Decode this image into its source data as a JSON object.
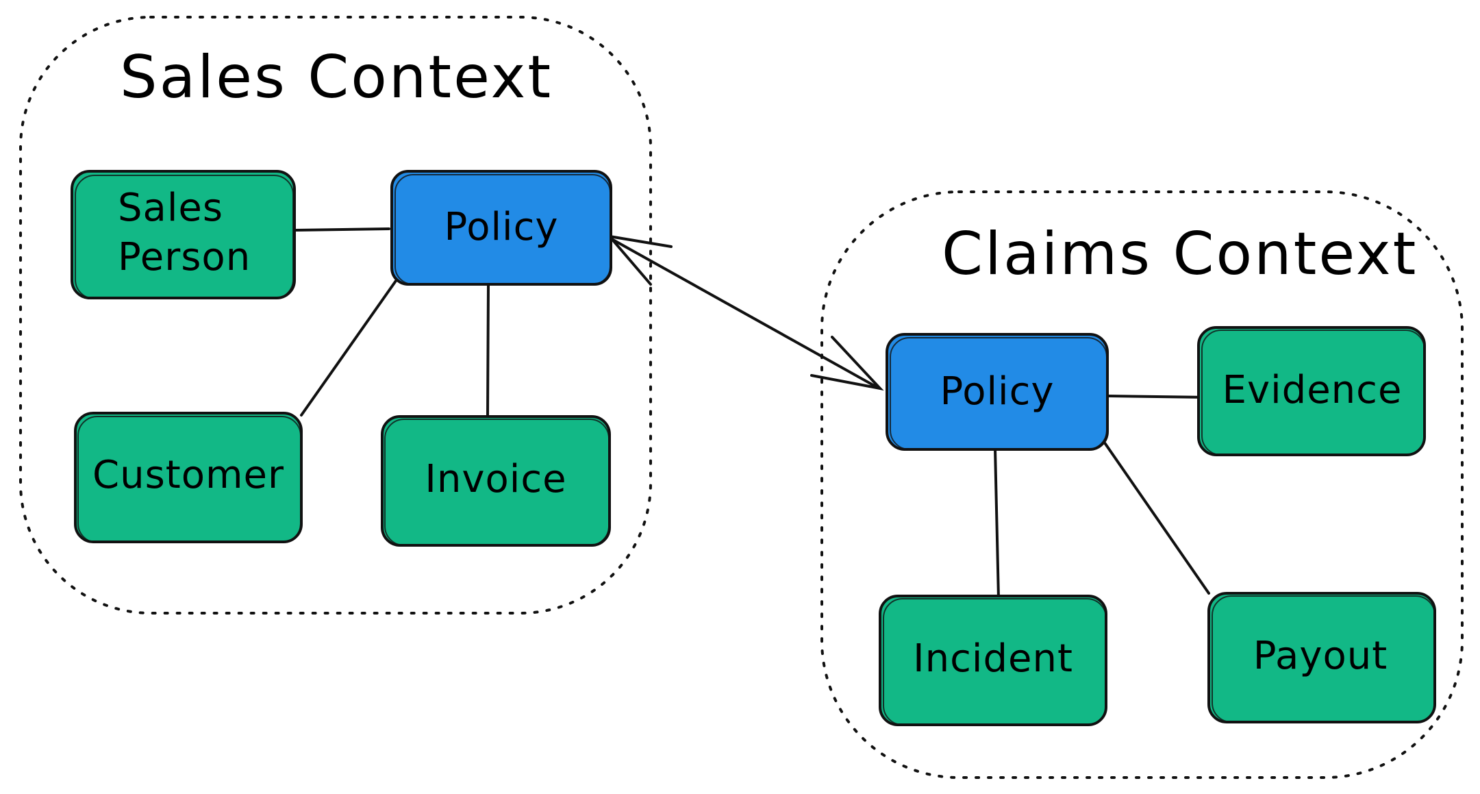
{
  "colors": {
    "entity": "#12b886",
    "aggregate_root": "#228be6",
    "stroke": "#111111"
  },
  "contexts": [
    {
      "id": "sales",
      "title": "Sales Context",
      "nodes": [
        {
          "id": "sales-person",
          "lines": [
            "Sales",
            "Person"
          ],
          "kind": "entity"
        },
        {
          "id": "sales-policy",
          "lines": [
            "Policy"
          ],
          "kind": "aggregate_root"
        },
        {
          "id": "customer",
          "lines": [
            "Customer"
          ],
          "kind": "entity"
        },
        {
          "id": "invoice",
          "lines": [
            "Invoice"
          ],
          "kind": "entity"
        }
      ]
    },
    {
      "id": "claims",
      "title": "Claims Context",
      "nodes": [
        {
          "id": "claims-policy",
          "lines": [
            "Policy"
          ],
          "kind": "aggregate_root"
        },
        {
          "id": "evidence",
          "lines": [
            "Evidence"
          ],
          "kind": "entity"
        },
        {
          "id": "incident",
          "lines": [
            "Incident"
          ],
          "kind": "entity"
        },
        {
          "id": "payout",
          "lines": [
            "Payout"
          ],
          "kind": "entity"
        }
      ]
    }
  ],
  "edges": [
    {
      "from": "sales-person",
      "to": "sales-policy",
      "style": "line"
    },
    {
      "from": "sales-policy",
      "to": "customer",
      "style": "line"
    },
    {
      "from": "sales-policy",
      "to": "invoice",
      "style": "line"
    },
    {
      "from": "sales-policy",
      "to": "claims-policy",
      "style": "double-arrow"
    },
    {
      "from": "claims-policy",
      "to": "evidence",
      "style": "line"
    },
    {
      "from": "claims-policy",
      "to": "incident",
      "style": "line"
    },
    {
      "from": "claims-policy",
      "to": "payout",
      "style": "line"
    }
  ]
}
